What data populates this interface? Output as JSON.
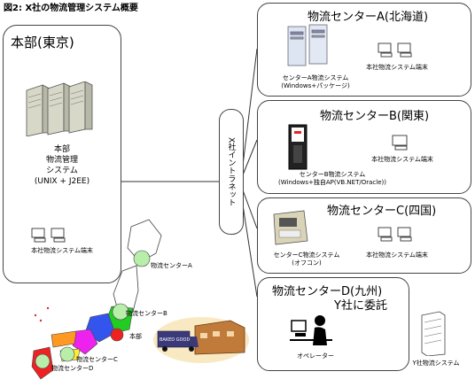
{
  "figure_title": "図2: X社の物流管理システム概要",
  "hq": {
    "title": "本部(東京)",
    "system_lines": [
      "本部",
      "物流管理",
      "システム",
      "(UNIX + J2EE)"
    ],
    "terminal_label": "本社物流システム端末"
  },
  "intranet_label": "X社イントラネット",
  "center_a": {
    "title": "物流センターA(北海道)",
    "system_lines": [
      "センターA物流システム",
      "(Windows+パッケージ)"
    ],
    "terminal_label": "本社物流システム端末"
  },
  "center_b": {
    "title": "物流センターB(関東)",
    "system_lines": [
      "センターB物流システム",
      "(Windows+独自AP(VB.NET/Oracle))"
    ],
    "terminal_label": "本社物流システム端末"
  },
  "center_c": {
    "title": "物流センターC(四国)",
    "system_lines": [
      "センターC物流システム",
      "(オフコン)"
    ],
    "terminal_label": "本社物流システム端末"
  },
  "center_d": {
    "title": "物流センターD(九州)",
    "subtitle": "Y社に委託",
    "operator_label": "オペレーター",
    "y_system_label": "Y社物流システム"
  },
  "map": {
    "label_a": "物流センターA",
    "label_b": "物流センターB",
    "label_hq": "本部",
    "label_c": "物流センターC",
    "label_d": "物流センターD",
    "truck_text": "BAKED GOODS"
  }
}
